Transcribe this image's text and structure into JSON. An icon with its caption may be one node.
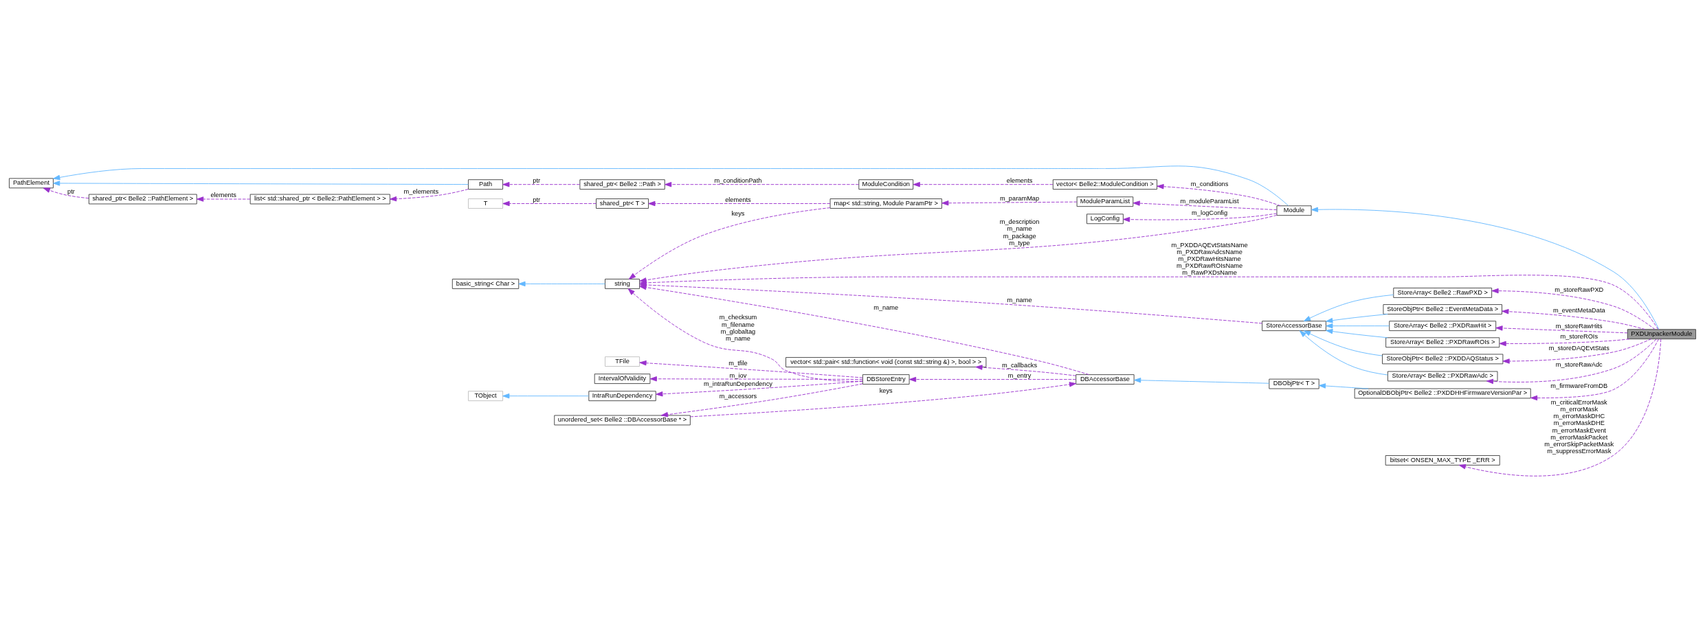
{
  "diagram": {
    "nodes": [
      {
        "text": [
          "PXDUnpackerModule"
        ]
      },
      {
        "text": [
          "Module"
        ]
      },
      {
        "text": [
          "PathElement"
        ]
      },
      {
        "text": [
          "Path"
        ]
      },
      {
        "text": [
          "shared_ptr< Belle2 ::Path >"
        ]
      },
      {
        "text": [
          "shared_ptr< Belle2 ::PathElement >"
        ]
      },
      {
        "text": [
          "list< std::shared_ptr < Belle2::PathElement > >"
        ]
      },
      {
        "text": [
          "ModuleCondition"
        ]
      },
      {
        "text": [
          "vector< Belle2::ModuleCondition >"
        ]
      },
      {
        "text": [
          "ModuleParamList"
        ]
      },
      {
        "text": [
          "map< std::string, Module ParamPtr >"
        ]
      },
      {
        "text": [
          "shared_ptr< T >"
        ]
      },
      {
        "text": [
          "T"
        ]
      },
      {
        "text": [
          "string"
        ]
      },
      {
        "text": [
          "basic_string< Char >"
        ]
      },
      {
        "text": [
          "LogConfig"
        ]
      },
      {
        "text": [
          "StoreAccessorBase"
        ]
      },
      {
        "text": [
          "StoreArray< Belle2 ::PXDRawROIs >"
        ]
      },
      {
        "text": [
          "StoreObjPtr< Belle2 ::PXDDAQStatus >"
        ]
      },
      {
        "text": [
          "StoreArray< Belle2 ::PXDRawAdc >"
        ]
      },
      {
        "text": [
          "StoreArray< Belle2 ::RawPXD >"
        ]
      },
      {
        "text": [
          "StoreObjPtr< Belle2 ::EventMetaData >"
        ]
      },
      {
        "text": [
          "StoreArray< Belle2 ::PXDRawHit >"
        ]
      },
      {
        "text": [
          "DBStoreEntry"
        ]
      },
      {
        "text": [
          "unordered_set< Belle2 ::DBAccessorBase * >"
        ]
      },
      {
        "text": [
          "DBAccessorBase"
        ]
      },
      {
        "text": [
          "vector< std::pair< std::function< void (const std::string &) >, bool > >"
        ]
      },
      {
        "text": [
          "TFile"
        ]
      },
      {
        "text": [
          "IntervalOfValidity"
        ]
      },
      {
        "text": [
          "DBObjPtr< T >"
        ]
      },
      {
        "text": [
          "IntraRunDependency"
        ]
      },
      {
        "text": [
          "TObject"
        ]
      },
      {
        "text": [
          "OptionalDBObjPtr< Belle2 ::PXDDHHFirmwareVersionPar >"
        ]
      },
      {
        "text": [
          "bitset< ONSEN_MAX_TYPE _ERR >"
        ]
      }
    ],
    "edges": [
      {
        "from": 0,
        "to": 1,
        "arrow": "to",
        "color": "#63b8ff"
      },
      {
        "from": 1,
        "to": 2,
        "arrow": "to",
        "color": "#63b8ff"
      },
      {
        "from": 3,
        "to": 2,
        "arrow": "to",
        "color": "#63b8ff"
      },
      {
        "from": 5,
        "to": 2,
        "arrow": "to",
        "style": "dashed",
        "label": "ptr"
      },
      {
        "from": 6,
        "to": 5,
        "arrow": "to",
        "style": "dashed",
        "label": "elements"
      },
      {
        "from": 3,
        "to": 6,
        "arrow": "to",
        "style": "dashed",
        "label": "m_elements"
      },
      {
        "from": 4,
        "to": 3,
        "arrow": "to",
        "style": "dashed",
        "label": "ptr"
      },
      {
        "from": 7,
        "to": 4,
        "arrow": "to",
        "style": "dashed",
        "label": "m_conditionPath"
      },
      {
        "from": 8,
        "to": 7,
        "arrow": "to",
        "style": "dashed",
        "label": "elements"
      },
      {
        "from": 1,
        "to": 8,
        "arrow": "to",
        "style": "dashed",
        "label": "m_conditions"
      },
      {
        "from": 1,
        "to": 9,
        "arrow": "to",
        "style": "dashed",
        "label": "m_moduleParamList"
      },
      {
        "from": 9,
        "to": 10,
        "arrow": "to",
        "style": "dashed",
        "label": "m_paramMap"
      },
      {
        "from": 10,
        "to": 11,
        "arrow": "to",
        "style": "dashed",
        "label": "elements"
      },
      {
        "from": 11,
        "to": 12,
        "arrow": "to",
        "style": "dashed",
        "label": "ptr"
      },
      {
        "from": 10,
        "to": 13,
        "arrow": "to",
        "style": "dashed",
        "label": "keys"
      },
      {
        "from": 1,
        "to": 13,
        "arrow": "to",
        "style": "dashed",
        "label": "m_description m_name m_package m_type"
      },
      {
        "from": 1,
        "to": 15,
        "arrow": "to",
        "style": "dashed",
        "label": "m_logConfig"
      },
      {
        "from": 13,
        "to": 14,
        "arrow": "to",
        "color": "#63b8ff"
      },
      {
        "from": 0,
        "to": 13,
        "arrow": "to",
        "style": "dashed",
        "label": "m_PXDDAQEvtStatsName m_PXDRawAdcsName m_PXDRawHitsName m_PXDRawROIsName m_RawPXDsName"
      },
      {
        "from": 16,
        "to": 13,
        "arrow": "to",
        "style": "dashed",
        "label": "m_name"
      },
      {
        "from": 23,
        "to": 13,
        "arrow": "to",
        "style": "dashed",
        "label": "m_checksum m_filename m_globaltag m_name"
      },
      {
        "from": 25,
        "to": 13,
        "arrow": "to",
        "style": "dashed",
        "label": "m_name"
      },
      {
        "from": 17,
        "to": 16,
        "arrow": "to",
        "color": "#63b8ff"
      },
      {
        "from": 18,
        "to": 16,
        "arrow": "to",
        "color": "#63b8ff"
      },
      {
        "from": 19,
        "to": 16,
        "arrow": "to",
        "color": "#63b8ff"
      },
      {
        "from": 20,
        "to": 16,
        "arrow": "to",
        "color": "#63b8ff"
      },
      {
        "from": 21,
        "to": 16,
        "arrow": "to",
        "color": "#63b8ff"
      },
      {
        "from": 22,
        "to": 16,
        "arrow": "to",
        "color": "#63b8ff"
      },
      {
        "from": 0,
        "to": 17,
        "arrow": "to",
        "style": "dashed",
        "label": "m_storeROIs"
      },
      {
        "from": 0,
        "to": 18,
        "arrow": "to",
        "style": "dashed",
        "label": "m_storeDAQEvtStats"
      },
      {
        "from": 0,
        "to": 19,
        "arrow": "to",
        "style": "dashed",
        "label": "m_storeRawAdc"
      },
      {
        "from": 0,
        "to": 20,
        "arrow": "to",
        "style": "dashed",
        "label": "m_storeRawPXD"
      },
      {
        "from": 0,
        "to": 21,
        "arrow": "to",
        "style": "dashed",
        "label": "m_eventMetaData"
      },
      {
        "from": 0,
        "to": 22,
        "arrow": "to",
        "style": "dashed",
        "label": "m_storeRawHits"
      },
      {
        "from": 23,
        "to": 24,
        "arrow": "to",
        "style": "dashed",
        "label": "m_accessors"
      },
      {
        "from": 24,
        "to": 25,
        "arrow": "to",
        "style": "dashed",
        "label": "keys"
      },
      {
        "from": 25,
        "to": 26,
        "arrow": "to",
        "style": "dashed",
        "label": "m_callbacks"
      },
      {
        "from": 23,
        "to": 27,
        "arrow": "to",
        "style": "dashed",
        "label": "m_tfile"
      },
      {
        "from": 25,
        "to": 23,
        "arrow": "to",
        "style": "dashed",
        "label": "m_entry"
      },
      {
        "from": 23,
        "to": 28,
        "arrow": "to",
        "style": "dashed",
        "label": "m_iov"
      },
      {
        "from": 29,
        "to": 25,
        "arrow": "to",
        "color": "#63b8ff"
      },
      {
        "from": 23,
        "to": 30,
        "arrow": "to",
        "style": "dashed",
        "label": "m_intraRunDependency"
      },
      {
        "from": 30,
        "to": 31,
        "arrow": "to",
        "color": "#63b8ff"
      },
      {
        "from": 32,
        "to": 29,
        "arrow": "to",
        "color": "#63b8ff"
      },
      {
        "from": 0,
        "to": 32,
        "arrow": "to",
        "style": "dashed",
        "label": "m_firmwareFromDB"
      },
      {
        "from": 0,
        "to": 33,
        "arrow": "to",
        "style": "dashed",
        "label": "m_criticalErrorMask m_errorMask m_errorMaskDHC m_errorMaskDHE m_errorMaskEvent m_errorMaskPacket m_errorSkipPacketMask m_suppressErrorMask"
      }
    ]
  }
}
